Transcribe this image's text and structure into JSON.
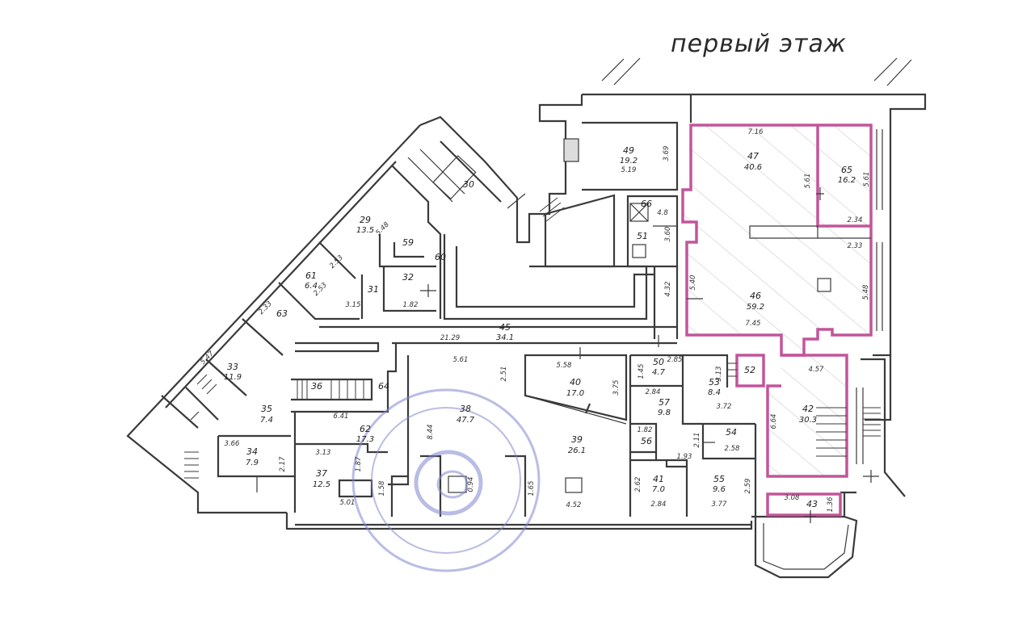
{
  "title": "первый этаж",
  "footer_text": "",
  "colors": {
    "highlight": "#c2559a",
    "wall": "#3a3a3a",
    "stamp": "#7f86cf"
  },
  "rooms": [
    {
      "id": "r49",
      "number": "49",
      "area": "19.2"
    },
    {
      "id": "r47",
      "number": "47",
      "area": "40.6"
    },
    {
      "id": "r65",
      "number": "65",
      "area": "16.2"
    },
    {
      "id": "r46",
      "number": "46",
      "area": "59.2"
    },
    {
      "id": "r42",
      "number": "42",
      "area": "30.3"
    },
    {
      "id": "r43",
      "number": "43",
      "area": ""
    },
    {
      "id": "r45",
      "number": "45",
      "area": "34.1"
    },
    {
      "id": "r40",
      "number": "40",
      "area": "17.0"
    },
    {
      "id": "r38",
      "number": "38",
      "area": "47.7"
    },
    {
      "id": "r39",
      "number": "39",
      "area": "26.1"
    },
    {
      "id": "r29",
      "number": "29",
      "area": "13.5"
    },
    {
      "id": "r30",
      "number": "30",
      "area": ""
    },
    {
      "id": "r61",
      "number": "61",
      "area": "6.4"
    },
    {
      "id": "r33",
      "number": "33",
      "area": "11.9"
    },
    {
      "id": "r35",
      "number": "35",
      "area": "7.4"
    },
    {
      "id": "r34",
      "number": "34",
      "area": "7.9"
    },
    {
      "id": "r37",
      "number": "37",
      "area": "12.5"
    },
    {
      "id": "r62",
      "number": "62",
      "area": "17.3"
    },
    {
      "id": "r53",
      "number": "53",
      "area": "8.4"
    },
    {
      "id": "r57",
      "number": "57",
      "area": "9.8"
    },
    {
      "id": "r50",
      "number": "50",
      "area": "4.7"
    },
    {
      "id": "r54",
      "number": "54",
      "area": ""
    },
    {
      "id": "r55",
      "number": "55",
      "area": "9.6"
    },
    {
      "id": "r41",
      "number": "41",
      "area": "7.0"
    },
    {
      "id": "r56",
      "number": "56",
      "area": ""
    },
    {
      "id": "r52",
      "number": "52",
      "area": ""
    },
    {
      "id": "r51",
      "number": "51",
      "area": ""
    },
    {
      "id": "r66",
      "number": "66",
      "area": ""
    },
    {
      "id": "r59",
      "number": "59",
      "area": ""
    },
    {
      "id": "r60",
      "number": "60",
      "area": ""
    },
    {
      "id": "r32",
      "number": "32",
      "area": ""
    },
    {
      "id": "r31",
      "number": "31",
      "area": ""
    },
    {
      "id": "r63",
      "number": "63",
      "area": ""
    },
    {
      "id": "r36",
      "number": "36",
      "area": ""
    },
    {
      "id": "r64",
      "number": "64",
      "area": ""
    }
  ],
  "dimensions": [
    "7.16",
    "5.61",
    "5.61",
    "2.34",
    "2.33",
    "5.40",
    "5.48",
    "7.45",
    "4.57",
    "6.64",
    "3.69",
    "5.19",
    "3.60",
    "4.32",
    "4.8",
    "21.29",
    "5.61",
    "5.58",
    "2.51",
    "3.75",
    "8.44",
    "6.41",
    "3.66",
    "2.17",
    "3.13",
    "5.01",
    "1.58",
    "0.94",
    "1.65",
    "4.52",
    "2.62",
    "2.84",
    "3.77",
    "2.59",
    "3.72",
    "2.58",
    "2.11",
    "1.93",
    "1.82",
    "3.13",
    "2.85",
    "1.45",
    "2.84",
    "3.08",
    "1.36",
    "2.53",
    "2.53",
    "3.15",
    "1.82",
    "5.48",
    "2.33",
    "5.47",
    "1.87"
  ]
}
